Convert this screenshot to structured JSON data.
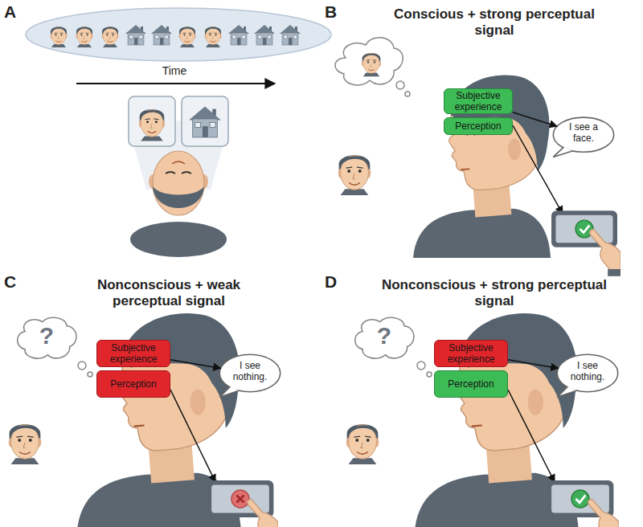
{
  "diagram": {
    "nodes": [
      {
        "text": [
          "Subjective experience"
        ]
      },
      {
        "text": [
          "Perception"
        ]
      },
      {
        "text": [
          "I see a face."
        ]
      },
      {
        "text": [
          "?"
        ]
      },
      {
        "text": [
          "Subjective experience"
        ]
      },
      {
        "text": [
          "Perception"
        ]
      },
      {
        "text": [
          "I see nothing."
        ]
      },
      {
        "text": [
          "?"
        ]
      },
      {
        "text": [
          "Subjective experience"
        ]
      },
      {
        "text": [
          "Perception"
        ]
      },
      {
        "text": [
          "I see nothing."
        ]
      }
    ],
    "edges": [
      {
        "from": 0,
        "to": 2,
        "arrow": "to"
      },
      {
        "from": 4,
        "to": 6,
        "arrow": "to"
      },
      {
        "from": 8,
        "to": 10,
        "arrow": "to"
      }
    ],
    "labels": [
      "A",
      "Time",
      "B",
      "Conscious + strong perceptual signal",
      "C",
      "Nonconscious + weak perceptual signal",
      "D",
      "Nonconscious + strong perceptual signal"
    ]
  }
}
